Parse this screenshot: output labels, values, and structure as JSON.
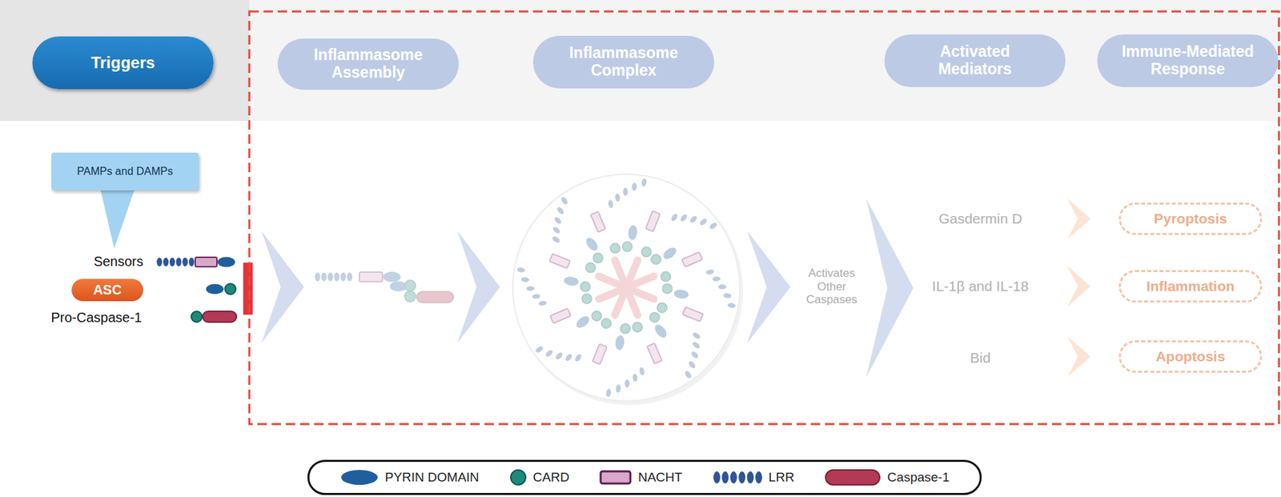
{
  "diagram": {
    "nodes": [
      {
        "text": [
          "Triggers"
        ]
      },
      {
        "text": [
          "Inflammasome Assembly"
        ]
      },
      {
        "text": [
          "Inflammasome Complex"
        ]
      },
      {
        "text": [
          "Activated Mediators"
        ]
      },
      {
        "text": [
          "Immune-Mediated Response"
        ]
      },
      {
        "text": [
          "PAMPs and DAMPs"
        ]
      },
      {
        "text": [
          "ASC"
        ]
      },
      {
        "text": [
          "Pyroptosis"
        ]
      },
      {
        "text": [
          "Inflammation"
        ]
      },
      {
        "text": [
          "Apoptosis"
        ]
      }
    ],
    "labels": [
      "Sensors",
      "Pro-Caspase-1",
      "Activates Other Caspases",
      "Gasdermin D",
      "IL-1β and IL-18",
      "Bid"
    ],
    "legend": [
      {
        "text": "PYRIN DOMAIN",
        "color": "#1f5f9e"
      },
      {
        "text": "CARD",
        "color": "#1d8a7a"
      },
      {
        "text": "NACHT",
        "color": "#d8a8cc"
      },
      {
        "text": "LRR"
      },
      {
        "text": "Caspase-1",
        "color": "#b23a55"
      }
    ]
  }
}
